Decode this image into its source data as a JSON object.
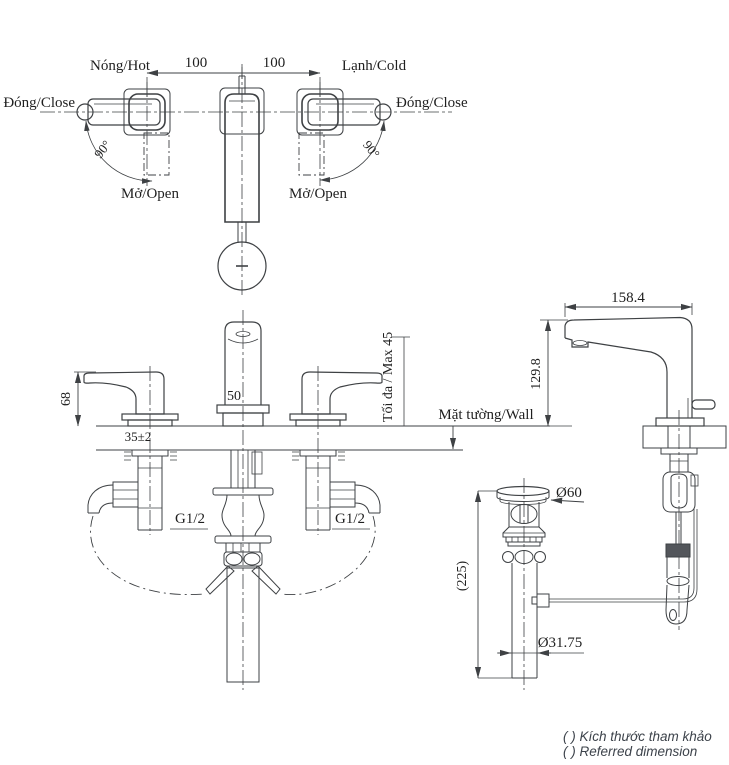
{
  "page": {
    "background": "#ffffff",
    "line_color": "#3e4144",
    "text_color": "#1f1f1f",
    "legend_color": "#3d434b"
  },
  "top_view": {
    "hot_label": "Nóng/Hot",
    "cold_label": "Lạnh/Cold",
    "close_left_label": "Đóng/Close",
    "close_right_label": "Đóng/Close",
    "open_left_label": "Mở/Open",
    "open_right_label": "Mở/Open",
    "angle_left": "90°",
    "angle_right": "90°",
    "dim_left": "100",
    "dim_right": "100"
  },
  "front_view": {
    "handle_height": "68",
    "spout_width": "50",
    "deck_thickness": "35±2",
    "thread_left": "G1/2",
    "thread_right": "G1/2",
    "max_depth": "Tối đa / Max 45",
    "wall_label": "Mặt tường/Wall"
  },
  "side_view": {
    "reach": "158.4",
    "height": "129.8"
  },
  "drain": {
    "cap_diameter": "Ø60",
    "length": "(225)",
    "pipe_diameter": "Ø31.75"
  },
  "legend": {
    "line1": "( ) Kích thước tham khảo",
    "line2": "( ) Referred dimension"
  }
}
